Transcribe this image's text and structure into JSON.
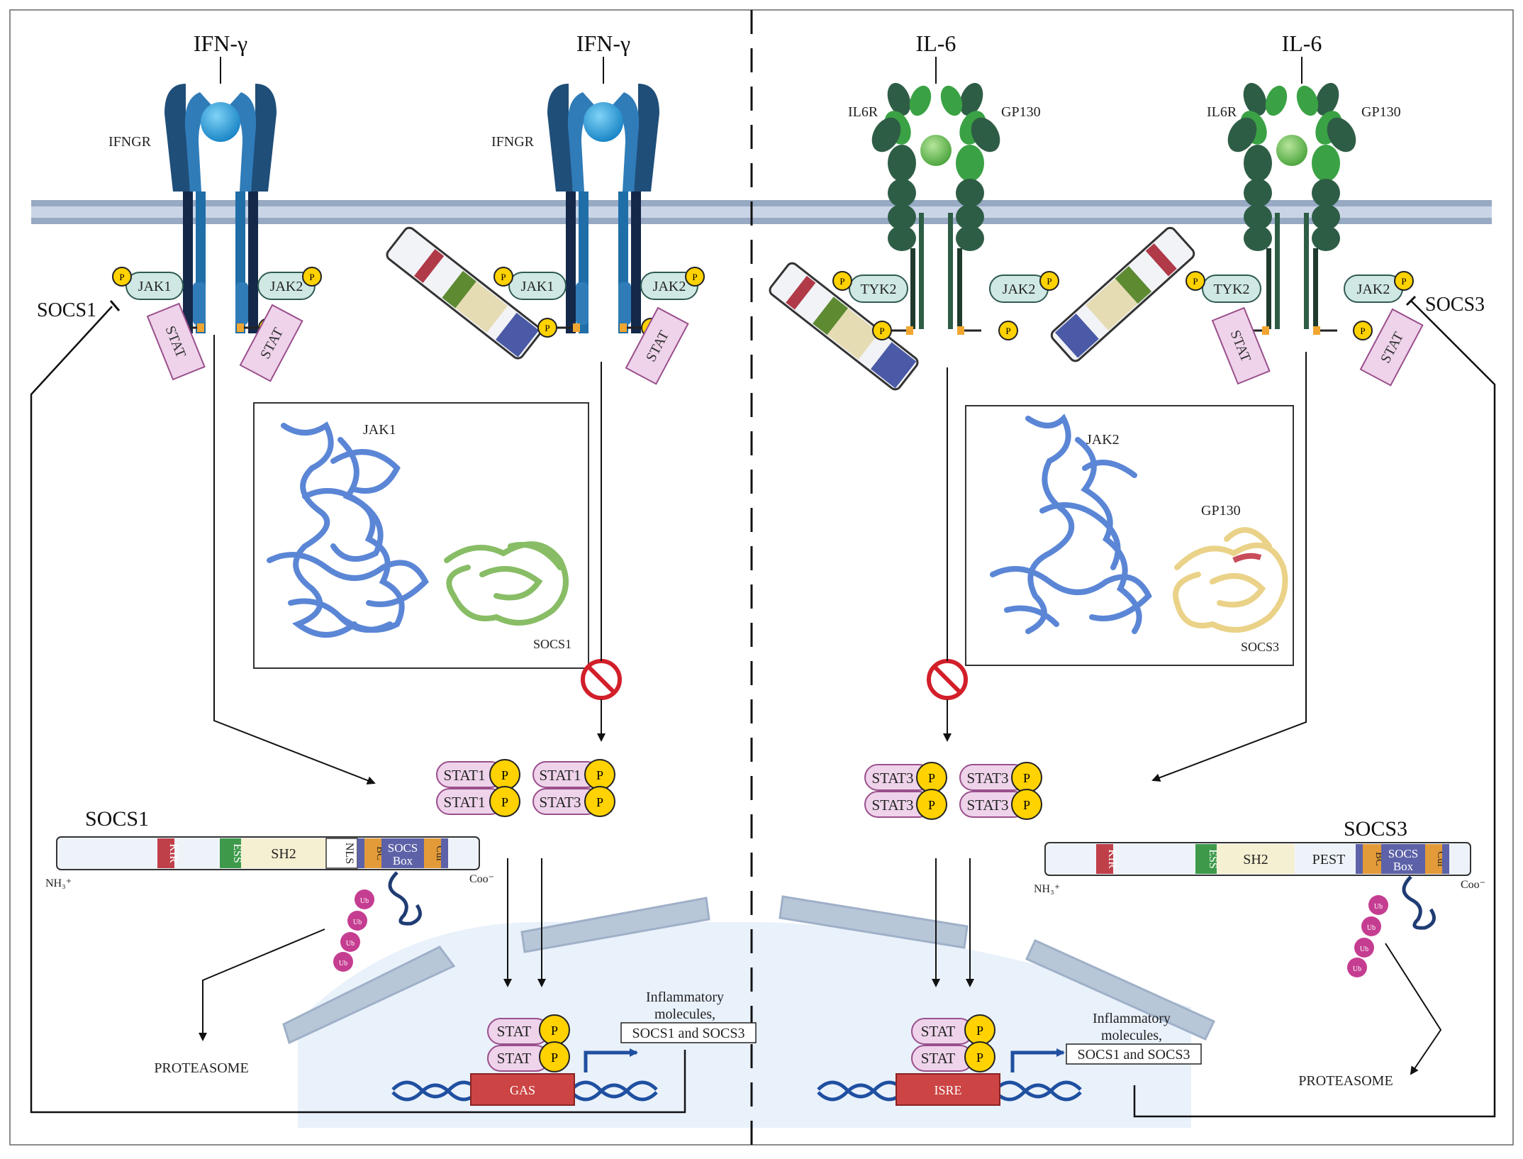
{
  "left": {
    "ligand_a": "IFN-γ",
    "ligand_b": "IFN-γ",
    "receptor_a": "IFNGR",
    "receptor_b": "IFNGR",
    "kinase_a": "JAK1",
    "kinase_b": "JAK2",
    "kinase_c": "JAK1",
    "kinase_d": "JAK2",
    "socs_label": "SOCS1",
    "stat_a": "STAT",
    "stat_b": "STAT",
    "stat_d": "STAT",
    "structure": {
      "kinase": "JAK1",
      "inhibitor": "SOCS1"
    },
    "dimers": [
      [
        "STAT1",
        "STAT1"
      ],
      [
        "STAT1",
        "STAT3"
      ]
    ],
    "domain_title": "SOCS1",
    "domains": [
      "KIR",
      "ESS",
      "SH2",
      "NLS",
      "BC",
      "SOCS",
      "Box",
      "Cul"
    ],
    "nterm": "NH₃⁺",
    "cterm": "Coo⁻",
    "ub": "Ub",
    "proteasome": "PROTEASOME",
    "nuclear_stat": [
      "STAT",
      "STAT"
    ],
    "promoter": "GAS",
    "output": [
      "Inflammatory",
      "molecules,",
      "SOCS1 and SOCS3"
    ]
  },
  "right": {
    "ligand_a": "IL-6",
    "ligand_b": "IL-6",
    "receptor_a1": "IL6R",
    "receptor_a2": "GP130",
    "receptor_b1": "IL6R",
    "receptor_b2": "GP130",
    "kinase_a": "TYK2",
    "kinase_b": "JAK2",
    "kinase_c": "TYK2",
    "kinase_d": "JAK2",
    "socs_label": "SOCS3",
    "stat_c": "STAT",
    "stat_d": "STAT",
    "structure": {
      "kinase": "JAK2",
      "receptor": "GP130",
      "inhibitor": "SOCS3"
    },
    "dimers": [
      [
        "STAT3",
        "STAT3"
      ],
      [
        "STAT3",
        "STAT3"
      ]
    ],
    "domain_title": "SOCS3",
    "domains": [
      "KIR",
      "ESS",
      "SH2",
      "PEST",
      "BC",
      "SOCS",
      "Box",
      "Cul"
    ],
    "nterm": "NH₃⁺",
    "cterm": "Coo⁻",
    "ub": "Ub",
    "proteasome": "PROTEASOME",
    "nuclear_stat": [
      "STAT",
      "STAT"
    ],
    "promoter": "ISRE",
    "output": [
      "Inflammatory",
      "molecules,",
      "SOCS1 and SOCS3"
    ]
  },
  "phospho": "P",
  "colors": {
    "ifngr_dark": "#1f4e79",
    "ifngr_mid": "#2f7cb8",
    "ifn_ligand": "#1b9ad6",
    "il6r": "#2e5d46",
    "gp130": "#3aa244",
    "il6_ligand": "#69c057",
    "jak_fill": "#cfe8e4",
    "stat_fill": "#eed3ea",
    "stat_stroke": "#9a4f8c",
    "phospho": "#ffd200",
    "membrane": "#9fb0c8",
    "nucleus": "#e9f1fb",
    "promoter": "#cc4444",
    "dna": "#1f4fa0",
    "kir": "#c0404a",
    "ess": "#3e9a4a",
    "sh2": "#f6f0d2",
    "bc": "#e39a38",
    "socs_box": "#5d62a8",
    "cul": "#e39a38",
    "jak_structure": "#5b86d6",
    "socs1_structure": "#88bd66",
    "socs3_structure": "#ead288",
    "ubiquitin": "#c53d91"
  }
}
